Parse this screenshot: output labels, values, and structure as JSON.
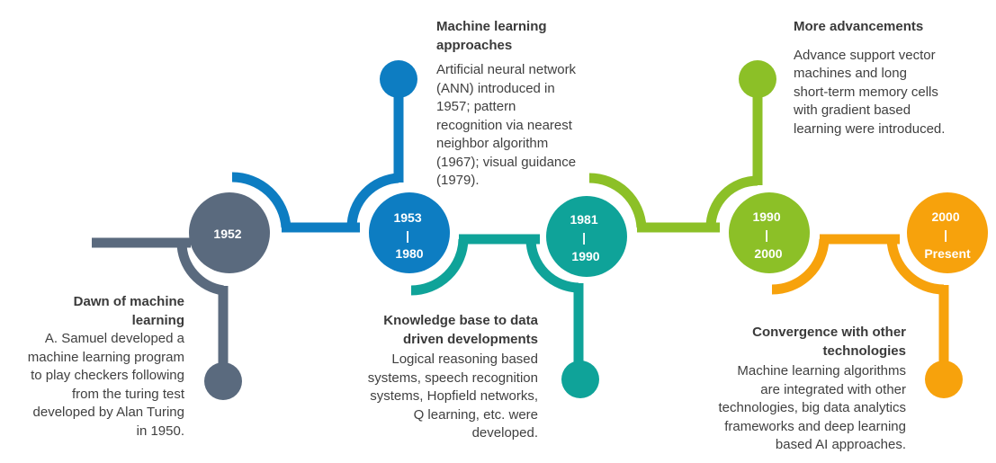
{
  "colors": {
    "gray": "#5a6a7e",
    "blue": "#0d7dc2",
    "teal": "#0fa399",
    "green": "#8cc027",
    "orange": "#f7a20c",
    "text": "#404040"
  },
  "eras": [
    {
      "lines": [
        "1952"
      ],
      "color": "gray"
    },
    {
      "lines": [
        "1953",
        "|",
        "1980"
      ],
      "color": "blue"
    },
    {
      "lines": [
        "1981",
        "|",
        "1990"
      ],
      "color": "teal"
    },
    {
      "lines": [
        "1990",
        "|",
        "2000"
      ],
      "color": "green"
    },
    {
      "lines": [
        "2000",
        "|",
        "Present"
      ],
      "color": "orange"
    }
  ],
  "milestones": [
    {
      "title_lines": [
        "Dawn of machine",
        "learning"
      ],
      "body_lines": [
        "A. Samuel developed a",
        "machine learning program",
        "to play checkers following",
        "from the turing test",
        "developed by Alan Turing",
        "in 1950."
      ]
    },
    {
      "title_lines": [
        "Machine learning",
        "approaches"
      ],
      "body_lines": [
        "Artificial neural network",
        "(ANN) introduced in",
        "1957; pattern",
        "recognition via nearest",
        "neighbor algorithm",
        "(1967); visual guidance",
        "(1979)."
      ]
    },
    {
      "title_lines": [
        "Knowledge base to data",
        "driven developments"
      ],
      "body_lines": [
        "Logical reasoning based",
        "systems, speech recognition",
        "systems, Hopfield networks,",
        "Q learning, etc. were",
        "developed."
      ]
    },
    {
      "title_lines": [
        "More advancements"
      ],
      "body_lines": [
        "Advance support vector",
        "machines and long",
        "short-term memory cells",
        "with gradient based",
        "learning were introduced."
      ]
    },
    {
      "title_lines": [
        "Convergence with other",
        "technologies"
      ],
      "body_lines": [
        "Machine learning algorithms",
        "are integrated with other",
        "technologies, big data analytics",
        "frameworks and deep learning",
        "based AI approaches."
      ]
    }
  ]
}
